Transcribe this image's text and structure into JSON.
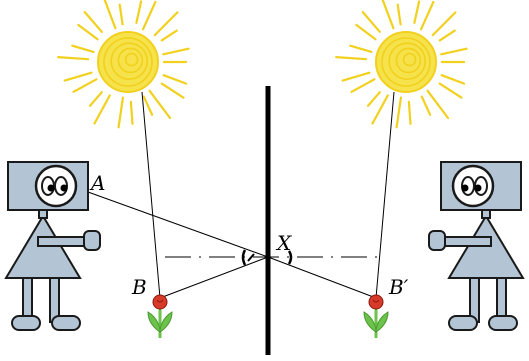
{
  "labels": {
    "a": "A",
    "b": "B",
    "x": "X",
    "b_prime": "B′"
  },
  "colors": {
    "sun": "#f2d01e",
    "sun_core": "#f6e24a",
    "figure_fill": "#b3c4d4",
    "outline": "#1a1a1a",
    "flower": "#d83a2a",
    "stem": "#6cc24a",
    "mirror": "#000000"
  },
  "icons": [
    "sun-icon",
    "observer-icon",
    "flower-icon"
  ]
}
